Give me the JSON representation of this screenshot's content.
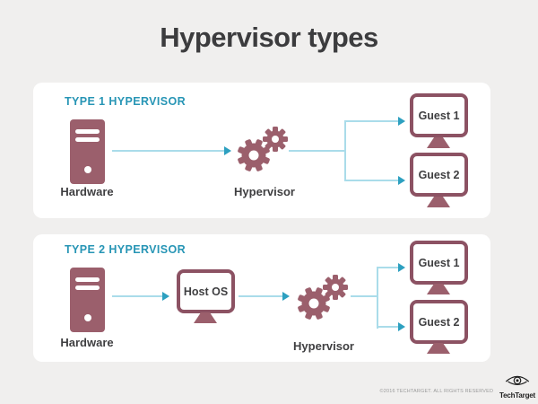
{
  "title": "Hypervisor types",
  "panels": [
    {
      "heading": "TYPE 1 HYPERVISOR",
      "hardware_label": "Hardware",
      "hypervisor_label": "Hypervisor",
      "guests": [
        "Guest 1",
        "Guest 2"
      ]
    },
    {
      "heading": "TYPE 2 HYPERVISOR",
      "hardware_label": "Hardware",
      "host_os_label": "Host OS",
      "hypervisor_label": "Hypervisor",
      "guests": [
        "Guest 1",
        "Guest 2"
      ]
    }
  ],
  "footer": {
    "copyright": "©2016 TECHTARGET. ALL RIGHTS RESERVED",
    "brand": "TechTarget"
  },
  "colors": {
    "background": "#f0efee",
    "accent_teal": "#2795b5",
    "shape_mauve": "#9b5f6c",
    "monitor_border": "#8c5263",
    "line_blue": "#aadcea",
    "arrow_blue": "#2da0c0"
  }
}
